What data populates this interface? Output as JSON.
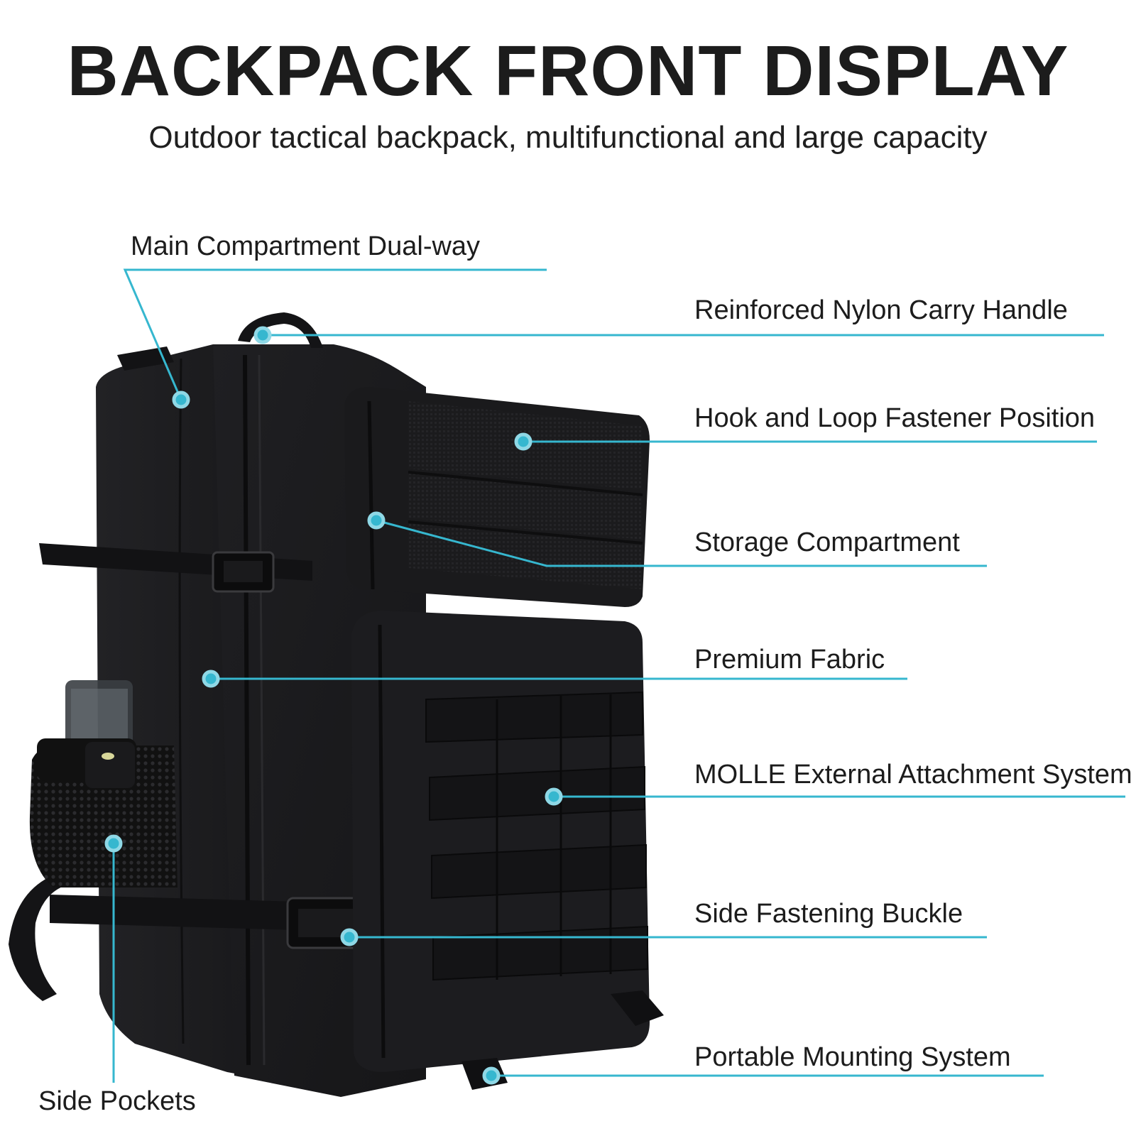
{
  "header": {
    "title": "BACKPACK FRONT DISPLAY",
    "subtitle": "Outdoor tactical backpack, multifunctional and large capacity"
  },
  "colors": {
    "accent": "#36b7cf",
    "bag": "#1b1b1d",
    "text": "#1c1c1c"
  },
  "callouts": [
    {
      "label": "Main Compartment Dual-way"
    },
    {
      "label": "Reinforced Nylon Carry Handle"
    },
    {
      "label": "Hook and Loop Fastener Position"
    },
    {
      "label": "Storage Compartment"
    },
    {
      "label": "Premium Fabric"
    },
    {
      "label": "MOLLE External Attachment System"
    },
    {
      "label": "Side Fastening Buckle"
    },
    {
      "label": "Portable Mounting System"
    },
    {
      "label": "Side Pockets"
    }
  ]
}
